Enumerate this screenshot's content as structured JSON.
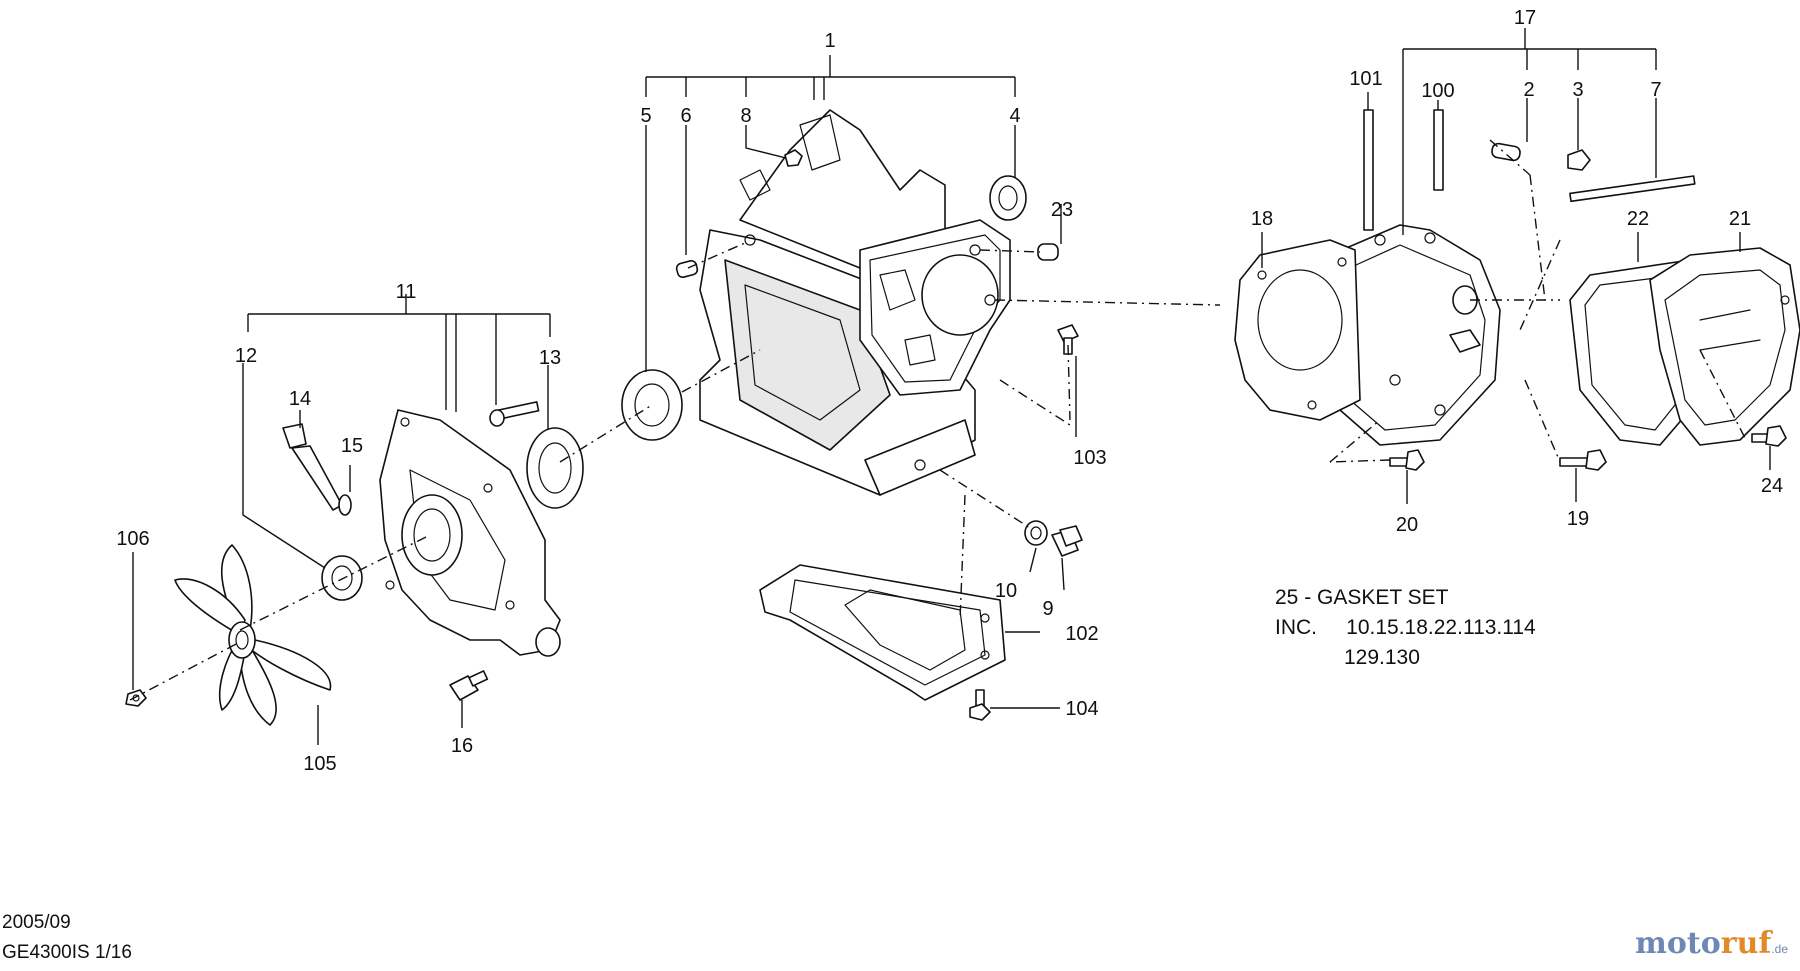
{
  "callouts": {
    "c1": "1",
    "c2": "2",
    "c3": "3",
    "c4": "4",
    "c5": "5",
    "c6": "6",
    "c7": "7",
    "c8": "8",
    "c9": "9",
    "c10": "10",
    "c11": "11",
    "c12": "12",
    "c13": "13",
    "c14": "14",
    "c15": "15",
    "c16": "16",
    "c17": "17",
    "c18": "18",
    "c19": "19",
    "c20": "20",
    "c21": "21",
    "c22": "22",
    "c23": "23",
    "c24": "24",
    "c100": "100",
    "c101": "101",
    "c102": "102",
    "c103": "103",
    "c104": "104",
    "c105": "105",
    "c106": "106"
  },
  "gasket_note": {
    "line1": "25 - GASKET SET",
    "line2": "INC.     10.15.18.22.113.114",
    "line3": "129.130"
  },
  "footer": {
    "date": "2005/09",
    "model_page": "GE4300IS 1/16"
  },
  "watermark": {
    "part1": "moto",
    "part2": "ruf",
    "part3": ".de",
    "colors": {
      "main": "#6f87b4",
      "accent": "#e08a2a"
    }
  }
}
